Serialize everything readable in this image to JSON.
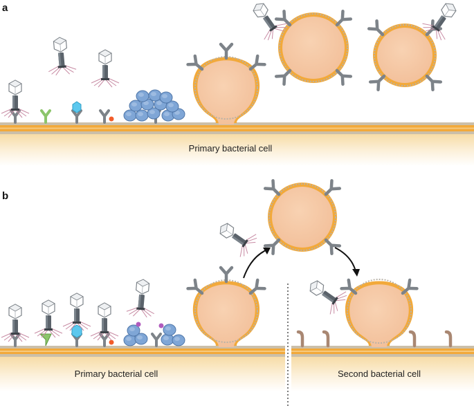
{
  "panels": [
    {
      "letter": "a",
      "cell_labels": [
        "Primary bacterial cell"
      ]
    },
    {
      "letter": "b",
      "cell_labels": [
        "Primary bacterial cell",
        "Second bacterial cell"
      ]
    }
  ],
  "colors": {
    "membrane_outer": "#f2a93a",
    "membrane_bead": "#b9b2a6",
    "cytoplasm_top": "#f7dfae",
    "cytoplasm_bottom": "#fffdf7",
    "vesicle_lumen": "#f6c9a6",
    "receptor": "#7d8389",
    "receptor_variant": "#8cc56b",
    "receptor_modified": "#5cc8ee",
    "modification_dot": "#f25c2a",
    "defence_protein": "#7fa6d6",
    "inhibitor_dot": "#b05bbd",
    "second_cell_receptor": "#b08b75",
    "phage_head": "#ffffff",
    "phage_tail": "#555c63",
    "phage_fibres": "#c78aa3",
    "arrow": "#111111"
  },
  "icons": [
    "bacteriophage-icon",
    "receptor-icon",
    "membrane-vesicle-icon",
    "defence-protein-cluster-icon",
    "arrow-icon"
  ]
}
